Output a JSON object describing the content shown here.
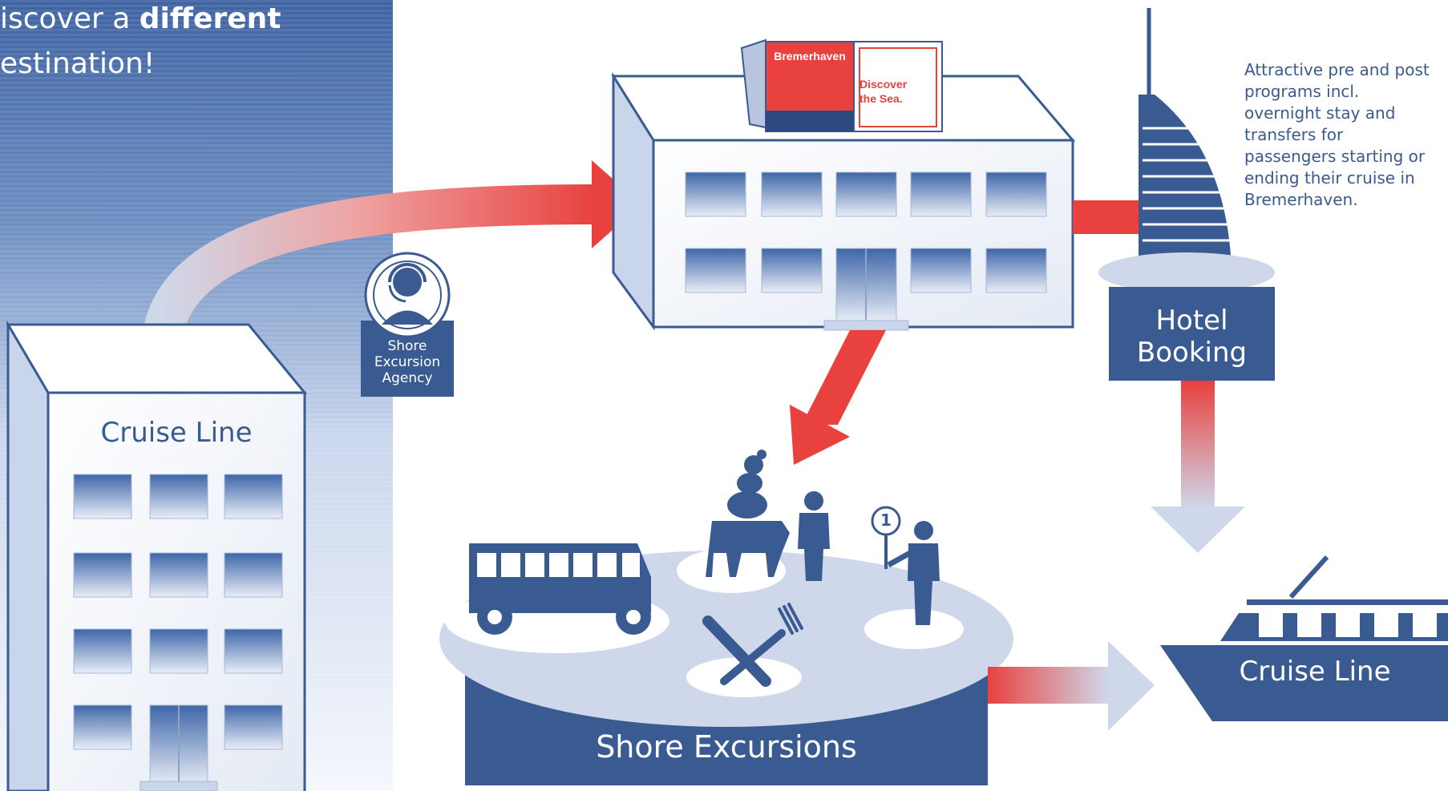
{
  "headline": {
    "line1_prefix": "iscover a ",
    "line1_bold": "different",
    "line2": "estination!"
  },
  "side_note": "Attractive pre and post programs incl. overnight stay and transfers for passengers starting or ending their cruise in Bremerhaven.",
  "sign": {
    "left": "Bremerhaven",
    "right_line1": "Discover",
    "right_line2": "the Sea."
  },
  "labels": {
    "cruise_line_building": "Cruise Line",
    "agency_line1": "Shore",
    "agency_line2": "Excursion",
    "agency_line3": "Agency",
    "hotel_line1": "Hotel",
    "hotel_line2": "Booking",
    "shore_excursions": "Shore Excursions",
    "cruise_line_ship": "Cruise Line",
    "guide_number": "1"
  },
  "colors": {
    "navy": "#3a5a92",
    "dark_navy": "#2c4a80",
    "light_blue": "#d4dcec",
    "red": "#e8413e",
    "panel_blue": "#4a6fa8"
  },
  "icons": [
    "headset-agent-icon",
    "tower-hotel-icon",
    "bus-icon",
    "town-musicians-icon",
    "person-icon",
    "tour-guide-icon",
    "knife-fork-icon",
    "cruise-ship-icon"
  ]
}
